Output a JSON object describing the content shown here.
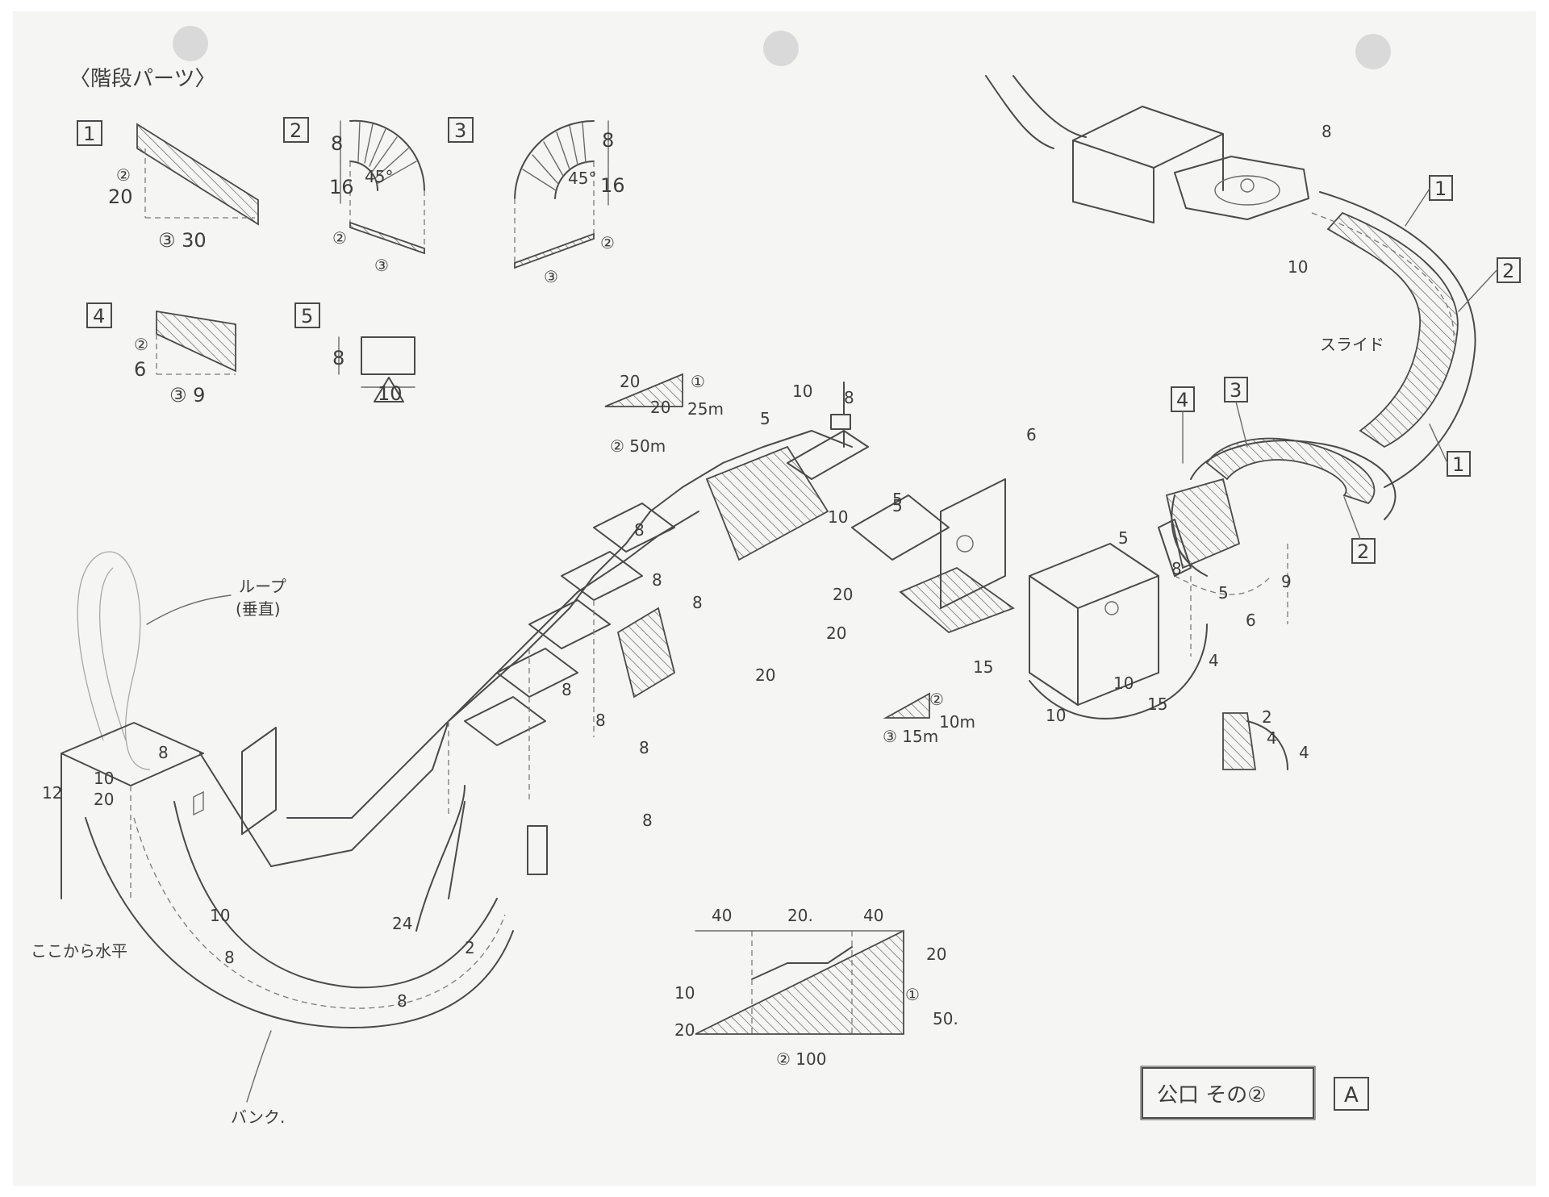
{
  "sheet": {
    "title": "〈階段パーツ〉",
    "stamp_label": "公口 その②",
    "stamp_letter": "A"
  },
  "parts": [
    {
      "id": "1",
      "dims": [
        "②",
        "20",
        "③ 30"
      ]
    },
    {
      "id": "2",
      "dims": [
        "8",
        "16",
        "45°",
        "②",
        "③"
      ]
    },
    {
      "id": "3",
      "dims": [
        "8",
        "16",
        "45°",
        "②",
        "③"
      ]
    },
    {
      "id": "4",
      "dims": [
        "②",
        "6",
        "③ 9"
      ]
    },
    {
      "id": "5",
      "dims": [
        "8",
        "10"
      ]
    }
  ],
  "course_labels": {
    "loop": "ループ",
    "loop_note": "(垂直)",
    "horizontal_note": "ここから水平",
    "bank": "バンク.",
    "slide": "スライド"
  },
  "callouts": [
    "1",
    "2",
    "1",
    "2",
    "3",
    "4"
  ],
  "ramp_legends": [
    {
      "a": "20",
      "b": "①",
      "c": "20",
      "d": "25m",
      "e": "② 50m"
    },
    {
      "a": "②",
      "b": "10m",
      "c": "③ 15m"
    }
  ],
  "dimensions": [
    "8",
    "10",
    "12",
    "20",
    "10",
    "8",
    "24",
    "2",
    "8",
    "10",
    "8",
    "5",
    "8",
    "8",
    "8",
    "8",
    "8",
    "8",
    "8",
    "10",
    "5",
    "20",
    "20",
    "20",
    "6",
    "5",
    "15",
    "10",
    "10",
    "15",
    "5",
    "8",
    "5",
    "9",
    "6",
    "4",
    "8",
    "10"
  ],
  "step_detail": [
    "2",
    "4",
    "4"
  ],
  "ramp_profile": {
    "top": [
      "40",
      "20.",
      "40"
    ],
    "right": [
      "20",
      "①",
      "50."
    ],
    "left": [
      "10",
      "20"
    ],
    "bottom": "② 100"
  }
}
